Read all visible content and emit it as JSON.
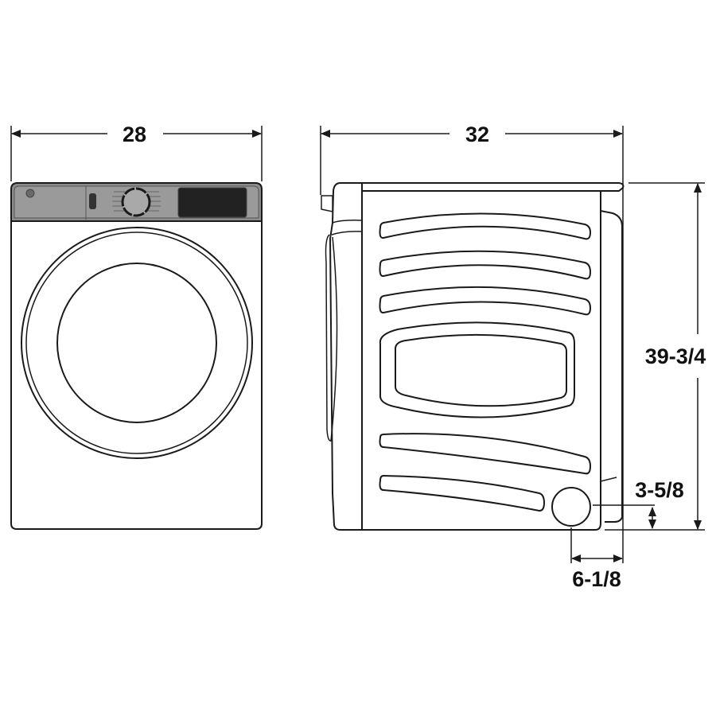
{
  "dimensions": {
    "front_width": "28",
    "side_depth": "32",
    "height": "39-3/4",
    "vent_height": "3-5/8",
    "vent_offset": "6-1/8"
  },
  "colors": {
    "line": "#1a1a1a",
    "panel": "#8c8c8c",
    "display": "#222222",
    "knob": "#a9a9a9"
  }
}
